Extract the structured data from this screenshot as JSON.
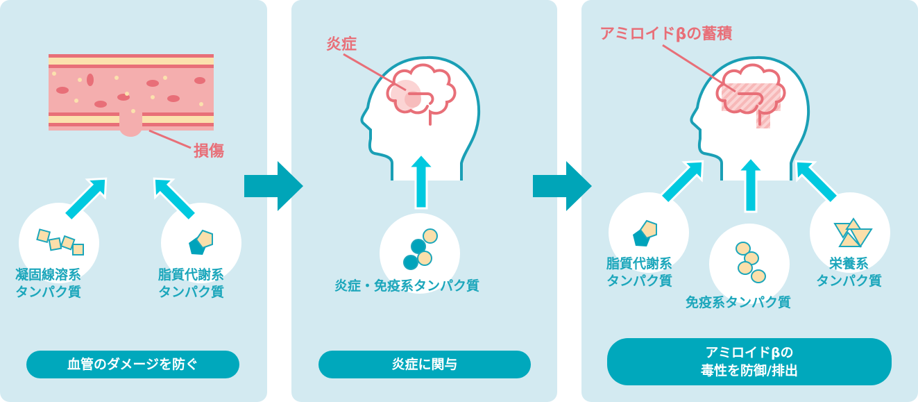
{
  "panels": [
    {
      "damage_label": "損傷",
      "captions": [
        {
          "line1": "凝固線溶系",
          "line2": "タンパク質"
        },
        {
          "line1": "脂質代謝系",
          "line2": "タンパク質"
        }
      ],
      "pill": "血管のダメージを防ぐ"
    },
    {
      "label": "炎症",
      "captions": [
        {
          "line1": "炎症・免疫系タンパク質"
        }
      ],
      "pill": "炎症に関与"
    },
    {
      "label": "アミロイドβの蓄積",
      "captions": [
        {
          "line1": "脂質代謝系",
          "line2": "タンパク質"
        },
        {
          "line1": "免疫系タンパク質"
        },
        {
          "line1": "栄養系",
          "line2": "タンパク質"
        }
      ],
      "pill_line1": "アミロイドβの",
      "pill_line2": "毒性を防御/排出"
    }
  ],
  "colors": {
    "panel": "#d3eaf1",
    "accent": "#00a8bc",
    "pink": "#e86f78",
    "shape_fill": "#fbdfaa"
  }
}
